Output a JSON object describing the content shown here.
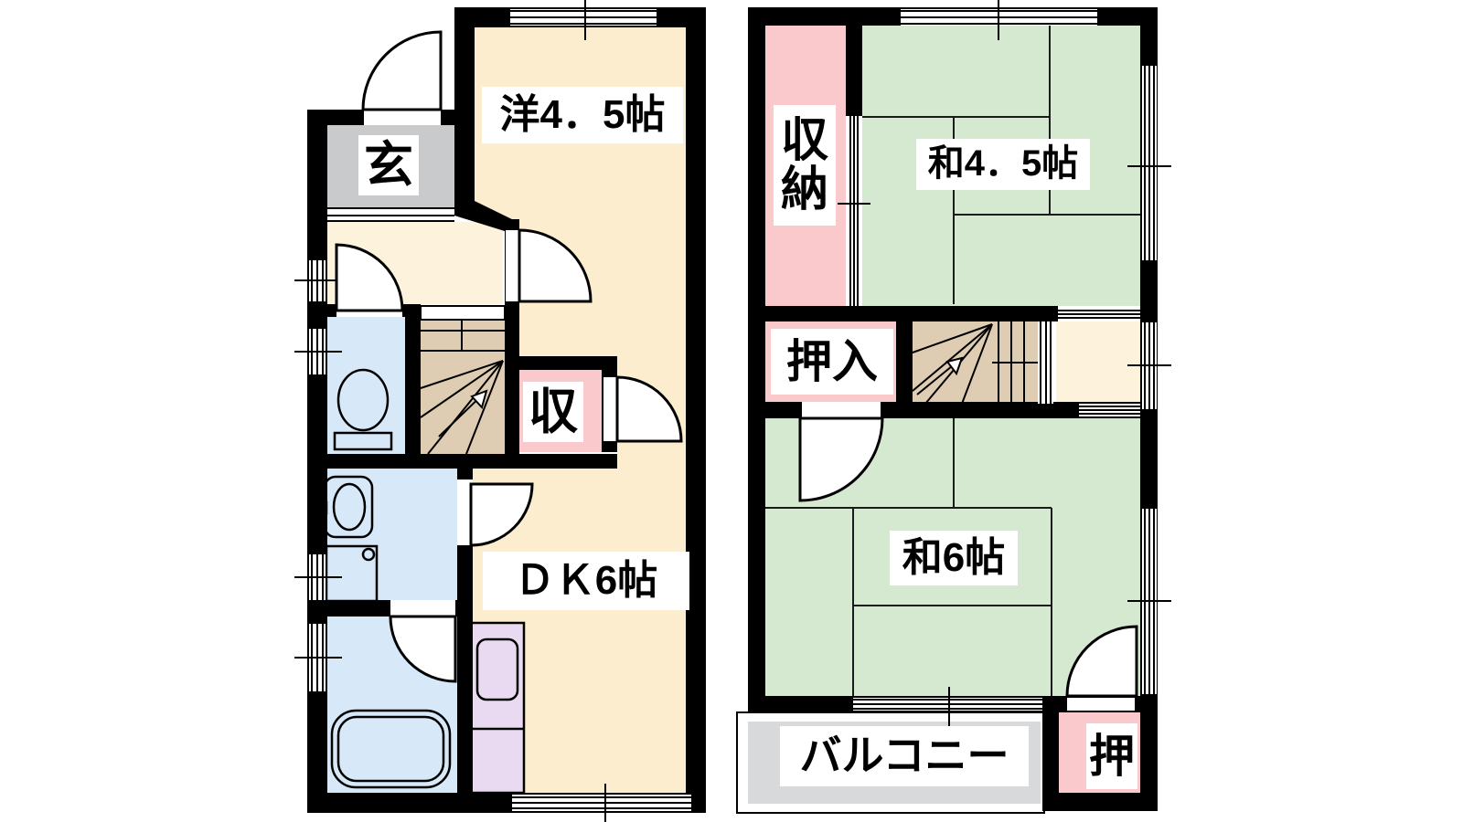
{
  "floor1": {
    "rooms": {
      "genkan": {
        "label": "玄"
      },
      "western": {
        "label": "洋4．5帖",
        "size_jo": 4.5
      },
      "dk": {
        "label": "ＤＫ6帖",
        "size_jo": 6
      },
      "storage": {
        "label": "収"
      }
    }
  },
  "floor2": {
    "rooms": {
      "storage": {
        "label": "収納"
      },
      "japanese45": {
        "label": "和4．5帖",
        "size_jo": 4.5
      },
      "oshiire": {
        "label": "押入"
      },
      "japanese6": {
        "label": "和6帖",
        "size_jo": 6
      },
      "balcony": {
        "label": "バルコニー"
      },
      "oshi": {
        "label": "押"
      }
    }
  },
  "colors": {
    "wall": "#000000",
    "western_dk_cream": "#FBEDCD",
    "hallway_cream": "#FDF3DC",
    "tatami_green": "#D5E8D0",
    "storage_pink": "#F9C9CB",
    "wet_area_blue": "#D7E8F8",
    "stairs_tan": "#DFCDB3",
    "kitchen_lavender": "#E9DAF2",
    "genkan_gray": "#C9CACB",
    "balcony_gray": "#D8D9DB"
  }
}
